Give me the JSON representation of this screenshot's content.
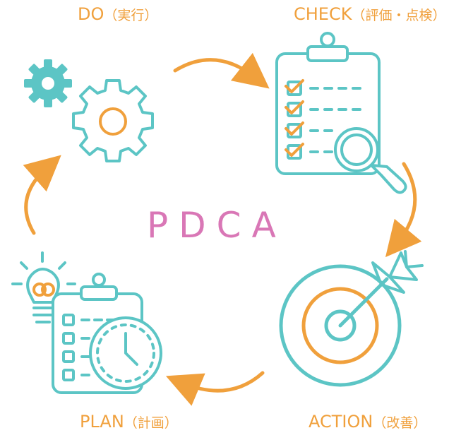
{
  "diagram": {
    "title": "PDCA",
    "stages": {
      "do": {
        "label": "DO",
        "label_jp": "（実行）"
      },
      "check": {
        "label": "CHECK",
        "label_jp": "（評価・点検）"
      },
      "plan": {
        "label": "PLAN",
        "label_jp": "（計画）"
      },
      "action": {
        "label": "ACTION",
        "label_jp": "（改善）"
      }
    },
    "colors": {
      "teal": "#5cc5c5",
      "orange": "#f0a03c",
      "pink": "#d977b6"
    },
    "icons": {
      "do": "gears-icon",
      "check": "clipboard-check-magnifier-icon",
      "plan": "clipboard-clock-lightbulb-icon",
      "action": "target-arrow-icon"
    }
  }
}
